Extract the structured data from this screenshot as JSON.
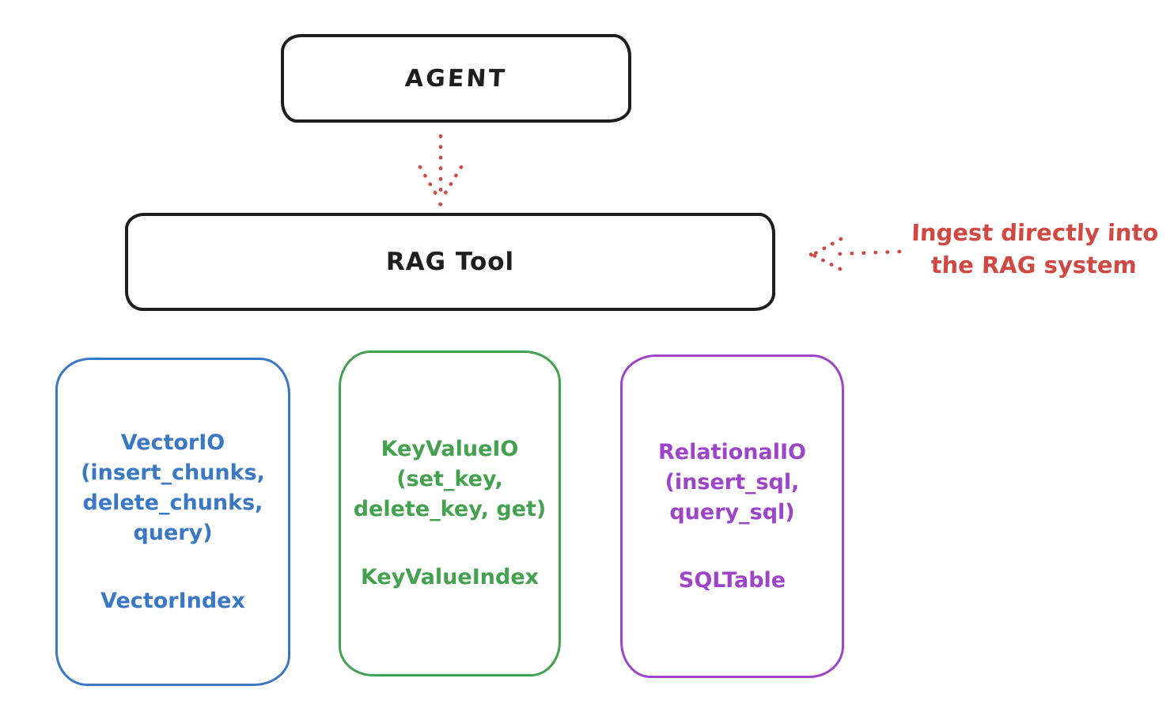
{
  "diagram": {
    "title_hint": "RAG Tool architecture sketch",
    "background_color": "#ffffff",
    "stroke_color": "#1e1e1e",
    "agent_box": {
      "label": "AGENT"
    },
    "rag_tool_box": {
      "label": "RAG Tool"
    },
    "annotation": {
      "text": "Ingest directly into\nthe RAG system",
      "color": "#d14843"
    },
    "arrows": [
      {
        "name": "agent-to-rag-tool-arrow",
        "style": "dotted",
        "color": "#d14843",
        "direction": "down",
        "from": "AGENT",
        "to": "RAG Tool"
      },
      {
        "name": "annotation-to-rag-tool-arrow",
        "style": "dotted",
        "color": "#d14843",
        "direction": "left",
        "from": "Ingest directly into the RAG system",
        "to": "RAG Tool"
      }
    ],
    "io_boxes": [
      {
        "name": "vector-io",
        "label": "VectorIO\n(insert_chunks,\ndelete_chunks,\nquery)",
        "index": "VectorIndex",
        "color": "#3a77c4"
      },
      {
        "name": "keyvalue-io",
        "label": "KeyValueIO\n(set_key,\ndelete_key, get)",
        "index": "KeyValueIndex",
        "color": "#43a14f"
      },
      {
        "name": "relational-io",
        "label": "RelationalIO\n(insert_sql,\nquery_sql)",
        "index": "SQLTable",
        "color": "#9d44c9"
      }
    ]
  }
}
